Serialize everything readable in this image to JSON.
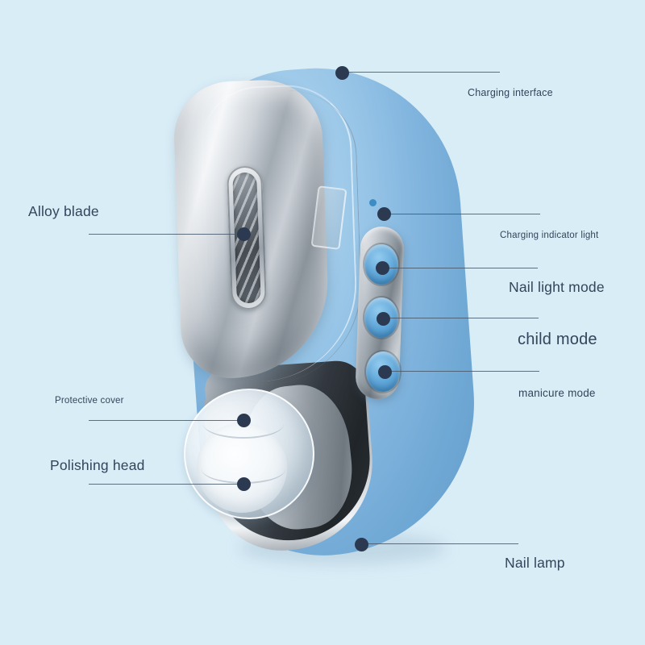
{
  "title": "Electric nail trimmer annotated product diagram",
  "colors": {
    "background": "#d9edf7",
    "body_blue": "#7fb3dc",
    "callout_dot": "#2b3a50",
    "callout_line": "#48586a",
    "label_text": "#32455a"
  },
  "callouts": [
    {
      "id": "charging-interface",
      "label": "Charging interface",
      "side": "right"
    },
    {
      "id": "charging-indicator-light",
      "label": "Charging indicator light",
      "side": "right"
    },
    {
      "id": "nail-light-mode",
      "label": "Nail light mode",
      "side": "right"
    },
    {
      "id": "child-mode",
      "label": "child mode",
      "side": "right"
    },
    {
      "id": "manicure-mode",
      "label": "manicure mode",
      "side": "right"
    },
    {
      "id": "alloy-blade",
      "label": "Alloy blade",
      "side": "left"
    },
    {
      "id": "protective-cover",
      "label": "Protective cover",
      "side": "left"
    },
    {
      "id": "polishing-head",
      "label": "Polishing head",
      "side": "left"
    },
    {
      "id": "nail-lamp",
      "label": "Nail lamp",
      "side": "right"
    }
  ]
}
